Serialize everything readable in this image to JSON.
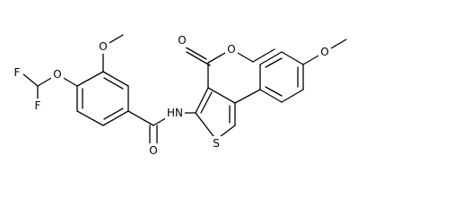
{
  "atom_labels": {
    "f_upper": "F",
    "f_lower": "F",
    "o_ether_difluoromethoxy": "O",
    "o_methoxy_benzoyl": "O",
    "o_amide": "O",
    "nh_amide": "HN",
    "o_ester_carbonyl": "O",
    "o_ester_alkoxy": "O",
    "s_thiophene": "S",
    "o_methoxy_phenyl": "O"
  },
  "colors": {
    "bond": "#000000",
    "atom_text": "#000000",
    "background": "#ffffff"
  }
}
